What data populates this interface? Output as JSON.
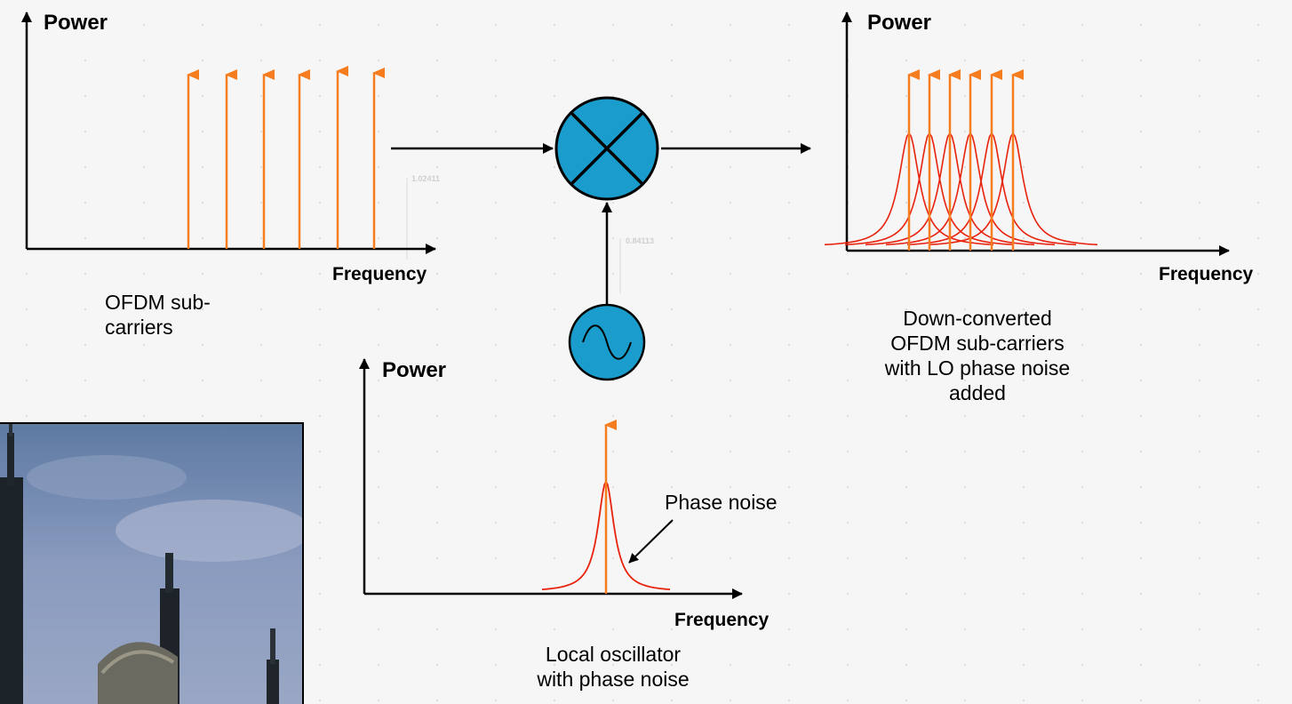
{
  "colors": {
    "carrier": "#f57c1f",
    "phase_noise": "#e8220d",
    "mixer_fill": "#1a9ccc",
    "axis": "#000000"
  },
  "plots": {
    "input": {
      "power_label": "Power",
      "frequency_label": "Frequency",
      "caption": [
        "OFDM sub-",
        "carriers"
      ]
    },
    "output": {
      "power_label": "Power",
      "frequency_label": "Frequency",
      "caption": [
        "Down-converted",
        "OFDM sub-carriers",
        "with LO phase noise",
        "added"
      ]
    },
    "lo": {
      "power_label": "Power",
      "frequency_label": "Frequency",
      "caption": [
        "Local oscillator",
        "with phase noise"
      ],
      "annotation": "Phase noise"
    }
  },
  "blocks": {
    "mixer_icon": "mixer-icon",
    "oscillator_icon": "sine-wave-icon"
  },
  "background_marks": [
    "1.02411",
    "0.84113"
  ],
  "photo_icon": "antenna-tower-photo"
}
